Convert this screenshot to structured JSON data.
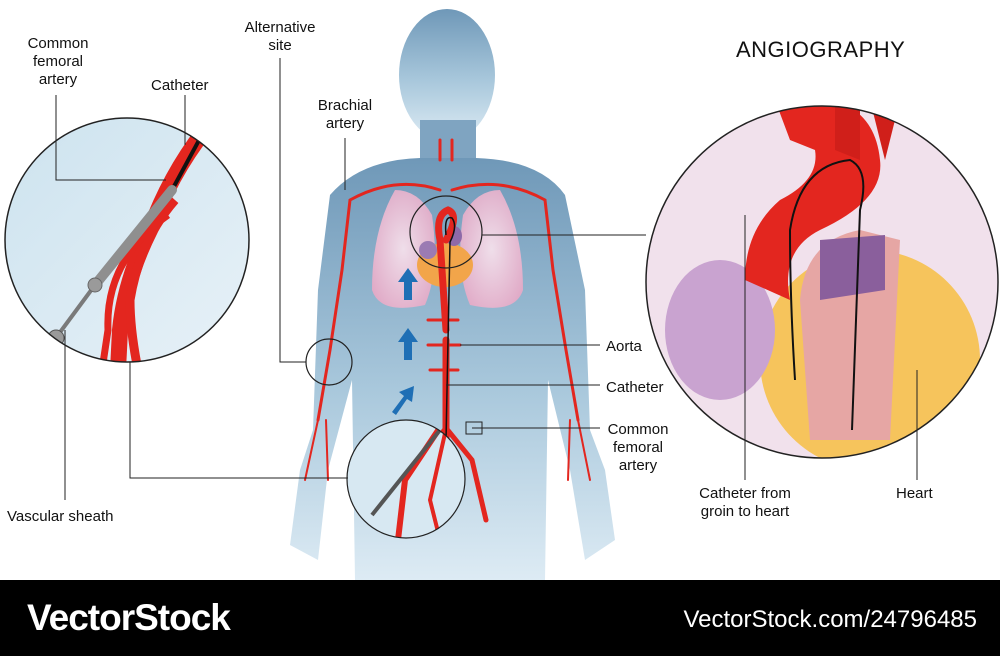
{
  "title": "ANGIOGRAPHY",
  "labels": {
    "common_femoral_left": "Common\nfemoral\nartery",
    "catheter_top": "Catheter",
    "alternative_site": "Alternative\nsite",
    "brachial_artery": "Brachial\nartery",
    "aorta": "Aorta",
    "catheter_body": "Catheter",
    "common_femoral_right": "Common\nfemoral\nartery",
    "vascular_sheath": "Vascular sheath",
    "catheter_groin_heart": "Catheter from\ngroin to heart",
    "heart": "Heart"
  },
  "footer": {
    "brand": "VectorStock",
    "image_id": "VectorStock.com/24796485"
  },
  "colors": {
    "artery": "#e3261f",
    "arrow": "#1f6fb5",
    "body": "#a9c8dc",
    "footer_bg": "#000000"
  }
}
